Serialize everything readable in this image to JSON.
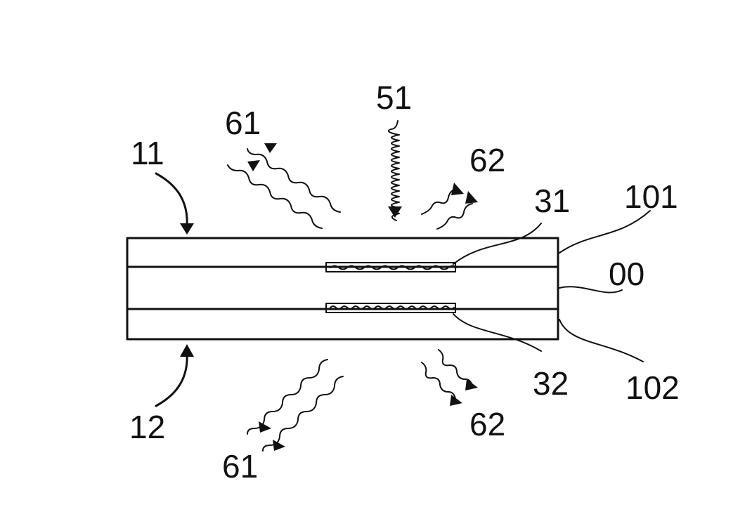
{
  "labels": {
    "label_11": "11",
    "label_12": "12",
    "label_31": "31",
    "label_32": "32",
    "label_51": "51",
    "label_61_top": "61",
    "label_61_bottom": "61",
    "label_62_top": "62",
    "label_62_bottom": "62",
    "label_101": "101",
    "label_00": "00",
    "label_102": "102"
  },
  "colors": {
    "ink": "#111111",
    "background": "#ffffff"
  }
}
